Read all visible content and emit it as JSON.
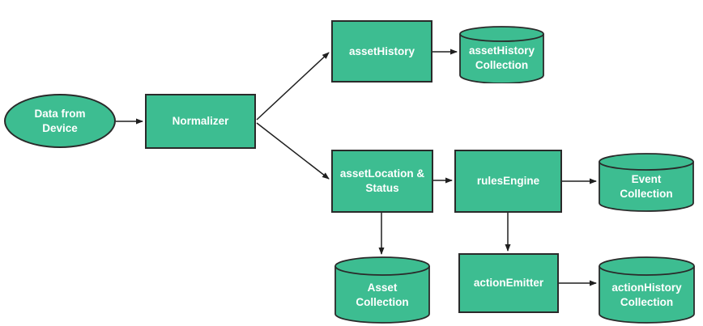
{
  "diagram": {
    "colors": {
      "node_fill": "#3dbd91",
      "node_border": "#2a2a2a",
      "arrow": "#1f1f1f",
      "label_text": "#ffffff",
      "background": "#ffffff"
    },
    "nodes": [
      {
        "id": "data-from-device",
        "type": "ellipse",
        "label": "Data from\nDevice"
      },
      {
        "id": "normalizer",
        "type": "rect",
        "label": "Normalizer"
      },
      {
        "id": "asset-history",
        "type": "rect",
        "label": "assetHistory"
      },
      {
        "id": "asset-history-collection",
        "type": "cylinder",
        "label": "assetHistory\nCollection"
      },
      {
        "id": "asset-location-status",
        "type": "rect",
        "label": "assetLocation &\nStatus"
      },
      {
        "id": "rules-engine",
        "type": "rect",
        "label": "rulesEngine"
      },
      {
        "id": "event-collection",
        "type": "cylinder",
        "label": "Event\nCollection"
      },
      {
        "id": "asset-collection",
        "type": "cylinder",
        "label": "Asset\nCollection"
      },
      {
        "id": "action-emitter",
        "type": "rect",
        "label": "actionEmitter"
      },
      {
        "id": "action-history-collection",
        "type": "cylinder",
        "label": "actionHistory\nCollection"
      }
    ],
    "edges": [
      {
        "from": "data-from-device",
        "to": "normalizer"
      },
      {
        "from": "normalizer",
        "to": "asset-history"
      },
      {
        "from": "normalizer",
        "to": "asset-location-status"
      },
      {
        "from": "asset-history",
        "to": "asset-history-collection"
      },
      {
        "from": "asset-location-status",
        "to": "rules-engine"
      },
      {
        "from": "rules-engine",
        "to": "event-collection"
      },
      {
        "from": "asset-location-status",
        "to": "asset-collection"
      },
      {
        "from": "rules-engine",
        "to": "action-emitter"
      },
      {
        "from": "action-emitter",
        "to": "action-history-collection"
      }
    ]
  }
}
